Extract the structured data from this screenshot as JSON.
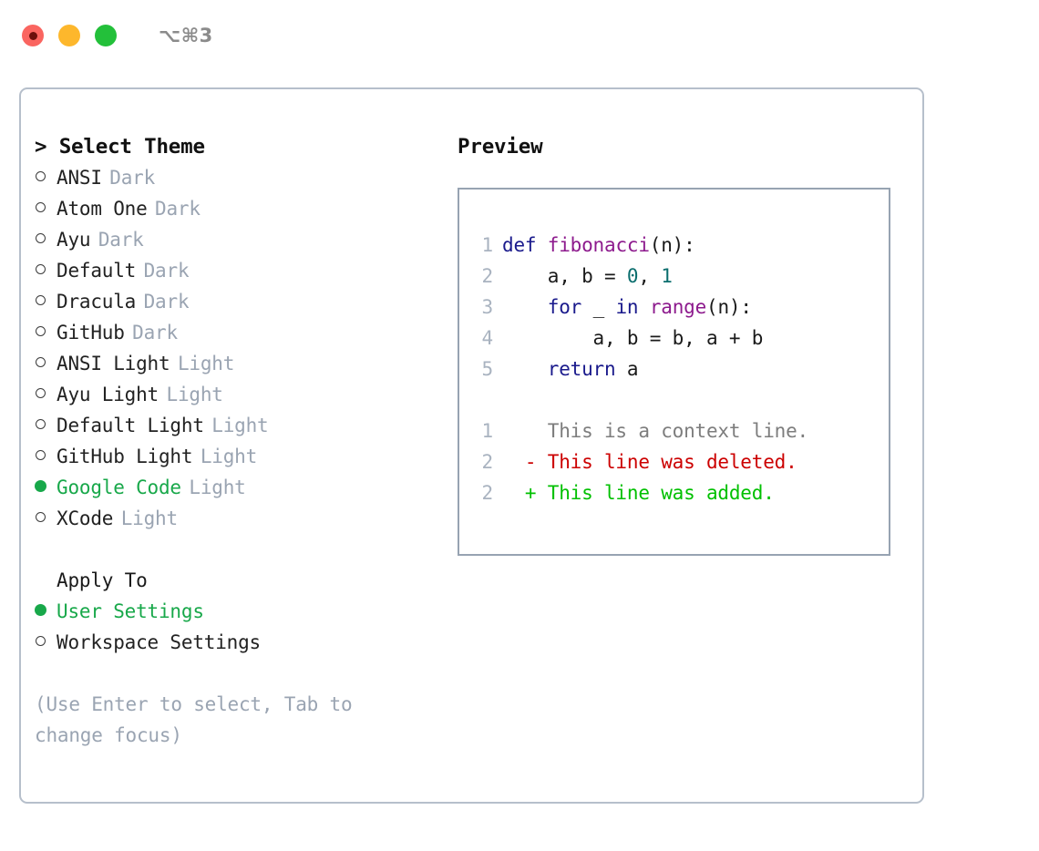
{
  "titlebar": {
    "shortcut": "⌥⌘3",
    "buttons": {
      "close": "close",
      "minimize": "minimize",
      "maximize": "maximize"
    }
  },
  "colors": {
    "selection_green": "#18a84a",
    "muted": "#9aa4b2",
    "keyword": "#1a1a8c",
    "function": "#8d1a8d",
    "number": "#0b6e6e",
    "diff_deleted": "#cc0000",
    "diff_added": "#00c000",
    "context": "#7d7d7d",
    "panel_border": "#b6bfcb",
    "preview_border": "#97a3b2",
    "traffic_close": "#fa6560",
    "traffic_min": "#fdb72c",
    "traffic_max": "#23c03a"
  },
  "theme_picker": {
    "header": "> Select Theme",
    "marker_selected": "●",
    "marker_unselected": "○",
    "items": [
      {
        "name": "ANSI",
        "tag": "Dark",
        "selected": false
      },
      {
        "name": "Atom One",
        "tag": "Dark",
        "selected": false
      },
      {
        "name": "Ayu",
        "tag": "Dark",
        "selected": false
      },
      {
        "name": "Default",
        "tag": "Dark",
        "selected": false
      },
      {
        "name": "Dracula",
        "tag": "Dark",
        "selected": false
      },
      {
        "name": "GitHub",
        "tag": "Dark",
        "selected": false
      },
      {
        "name": "ANSI Light",
        "tag": "Light",
        "selected": false
      },
      {
        "name": "Ayu Light",
        "tag": "Light",
        "selected": false
      },
      {
        "name": "Default Light",
        "tag": "Light",
        "selected": false
      },
      {
        "name": "GitHub Light",
        "tag": "Light",
        "selected": false
      },
      {
        "name": "Google Code",
        "tag": "Light",
        "selected": true
      },
      {
        "name": "XCode",
        "tag": "Light",
        "selected": false
      }
    ]
  },
  "apply_to": {
    "header": "Apply To",
    "items": [
      {
        "name": "User Settings",
        "selected": true
      },
      {
        "name": "Workspace Settings",
        "selected": false
      }
    ]
  },
  "hint": "(Use Enter to select, Tab to change focus)",
  "preview": {
    "header": "Preview",
    "code_lines": [
      {
        "number": "1",
        "tokens": [
          {
            "text": "def ",
            "type": "kw"
          },
          {
            "text": "fibonacci",
            "type": "fn"
          },
          {
            "text": "(n):",
            "type": "pl"
          }
        ]
      },
      {
        "number": "2",
        "tokens": [
          {
            "text": "    a, b = ",
            "type": "pl"
          },
          {
            "text": "0",
            "type": "num"
          },
          {
            "text": ", ",
            "type": "pl"
          },
          {
            "text": "1",
            "type": "num"
          }
        ]
      },
      {
        "number": "3",
        "tokens": [
          {
            "text": "    ",
            "type": "pl"
          },
          {
            "text": "for",
            "type": "kw"
          },
          {
            "text": " _ ",
            "type": "pl"
          },
          {
            "text": "in",
            "type": "kw"
          },
          {
            "text": " ",
            "type": "pl"
          },
          {
            "text": "range",
            "type": "fn"
          },
          {
            "text": "(n):",
            "type": "pl"
          }
        ]
      },
      {
        "number": "4",
        "tokens": [
          {
            "text": "        a, b = b, a + b",
            "type": "pl"
          }
        ]
      },
      {
        "number": "5",
        "tokens": [
          {
            "text": "    ",
            "type": "pl"
          },
          {
            "text": "return",
            "type": "kw"
          },
          {
            "text": " a",
            "type": "pl"
          }
        ]
      }
    ],
    "diff_lines": [
      {
        "number": "1",
        "marker": " ",
        "text": "This is a context line.",
        "type": "ctx"
      },
      {
        "number": "2",
        "marker": "-",
        "text": "This line was deleted.",
        "type": "del"
      },
      {
        "number": "2",
        "marker": "+",
        "text": "This line was added.",
        "type": "add"
      }
    ]
  }
}
